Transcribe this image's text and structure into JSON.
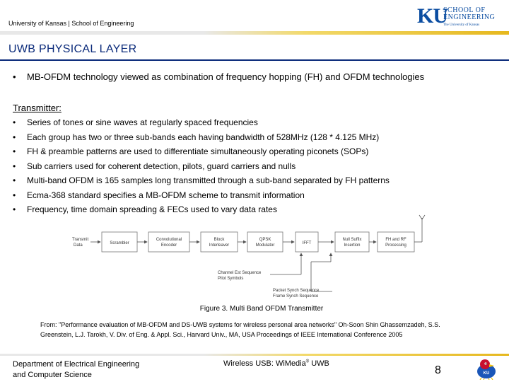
{
  "header": {
    "affiliation": "University of Kansas | School of Engineering",
    "logo_letters": "KU",
    "logo_line1": "SCHOOL OF",
    "logo_line2": "ENGINEERING",
    "logo_line3": "The University of Kansas"
  },
  "title": "UWB PHYSICAL LAYER",
  "bullet_main": "MB-OFDM technology viewed as combination of frequency hopping (FH) and OFDM technologies",
  "transmitter_label": "Transmitter:",
  "bullets": [
    "Series of tones or sine waves at regularly spaced frequencies",
    "Each group has two or three sub-bands  each having bandwidth of 528MHz (128 * 4.125 MHz)",
    "FH & preamble patterns are used to differentiate simultaneously operating piconets (SOPs)",
    "Sub carriers used for coherent detection, pilots, guard carriers and nulls",
    "Multi-band OFDM is 165 samples long transmitted through a sub-band separated by FH patterns",
    "Ecma-368 standard specifies a MB-OFDM scheme to transmit information",
    "Frequency, time domain spreading  & FECs used to vary data rates"
  ],
  "bullet_symbol": "•",
  "diagram": {
    "input_label_1": "Transmit",
    "input_label_2": "Data",
    "blocks": [
      {
        "l1": "Scrambler",
        "l2": ""
      },
      {
        "l1": "Convolutional",
        "l2": "Encoder"
      },
      {
        "l1": "Block",
        "l2": "Interleaver"
      },
      {
        "l1": "QPSK",
        "l2": "Modulator"
      },
      {
        "l1": "IFFT",
        "l2": ""
      },
      {
        "l1": "Null Suffix",
        "l2": "Insertion"
      },
      {
        "l1": "FH and RF",
        "l2": "Processing"
      }
    ],
    "label_channel_1": "Channel Est Sequence",
    "label_channel_2": "Pilot Symbols",
    "label_packet_1": "Packet Synch Sequence",
    "label_packet_2": "Frame Synch Sequence"
  },
  "caption": "Figure 3. Multi Band OFDM Transmitter",
  "reference": "From: \"Performance evaluation of MB-OFDM and DS-UWB systems for wireless personal area networks\" Oh-Soon Shin Ghassemzadeh, S.S. Greenstein, L.J. Tarokh, V. Div. of Eng. & Appl. Sci., Harvard Univ., MA, USA Proceedings of IEEE International Conference 2005",
  "footer": {
    "dept_line1": "Department of Electrical Engineering",
    "dept_line2": "and Computer Science",
    "center_pre": "Wireless USB: WiMedia",
    "center_sup": "®",
    "center_post": " UWB",
    "page_number": "8"
  },
  "colors": {
    "title_blue": "#0a2a7a",
    "ku_blue": "#0b4da1",
    "rule_gold": "#e6b81e",
    "jayhawk_red": "#c8102e"
  },
  "icons": {
    "logo": "ku-school-of-engineering-logo",
    "mascot": "jayhawk-icon",
    "antenna": "antenna-icon"
  }
}
